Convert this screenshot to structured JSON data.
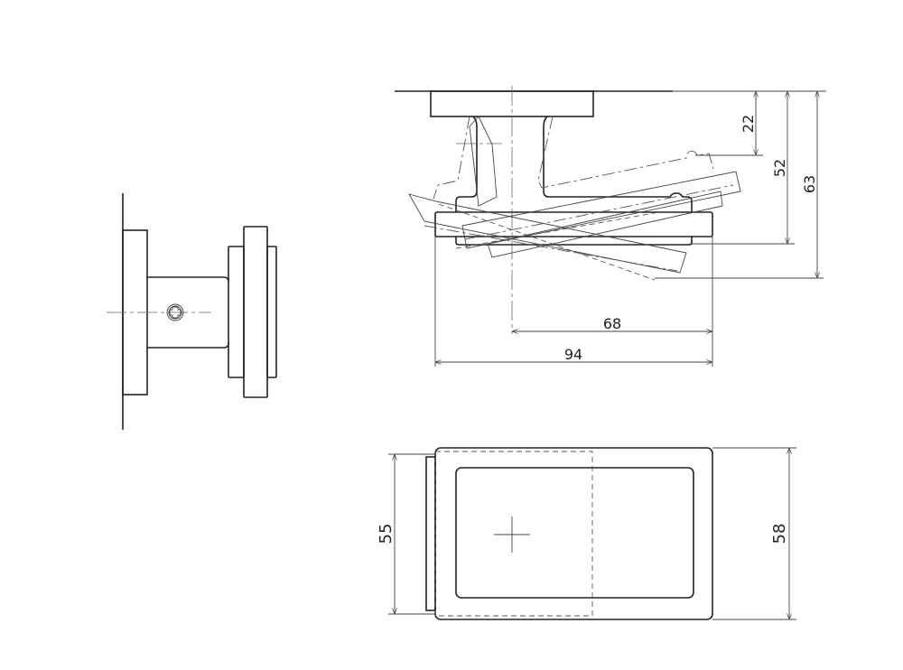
{
  "title": "Rotating bracket technical drawing",
  "dimensions": {
    "height_22": "22",
    "height_52": "52",
    "height_63": "63",
    "width_68": "68",
    "width_94": "94",
    "height_55": "55",
    "height_58": "58"
  },
  "units": "mm",
  "line_color": "#222222"
}
